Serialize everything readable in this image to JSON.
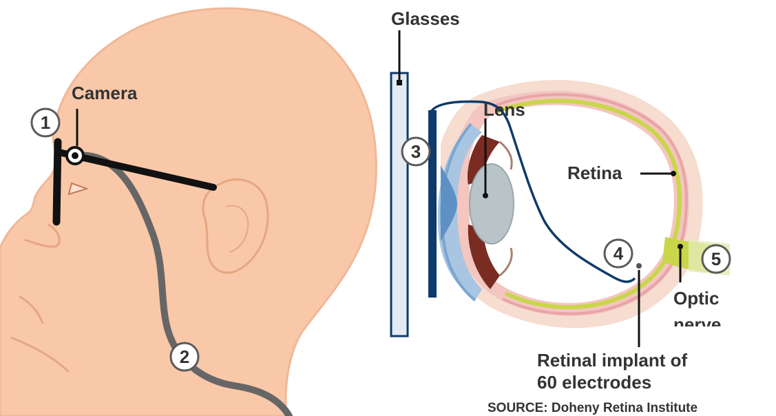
{
  "labels": {
    "glasses": "Glasses",
    "camera": "Camera",
    "lens": "Lens",
    "retina": "Retina",
    "optic_line1": "Optic",
    "optic_line2": "nerve",
    "implant_line1": "Retinal implant of",
    "implant_line2": "60 electrodes",
    "source": "SOURCE: Doheny Retina Institute"
  },
  "markers": {
    "m1": "1",
    "m2": "2",
    "m3": "3",
    "m4": "4",
    "m5": "5"
  },
  "colors": {
    "skin": "#f8c8a8",
    "skin_outline": "#f0b898",
    "glasses_frame": "#111111",
    "cable": "#666666",
    "wire": "#0e3a6a",
    "panel_fill": "#e4eaf2",
    "panel_stroke": "#0e3a6a",
    "retina_green": "#c9d64a",
    "retina_pink": "#e9a3a8",
    "iris": "#7a2c22",
    "lens_fill": "#b9c4c9",
    "cornea_blue": "#7aa6cf"
  }
}
